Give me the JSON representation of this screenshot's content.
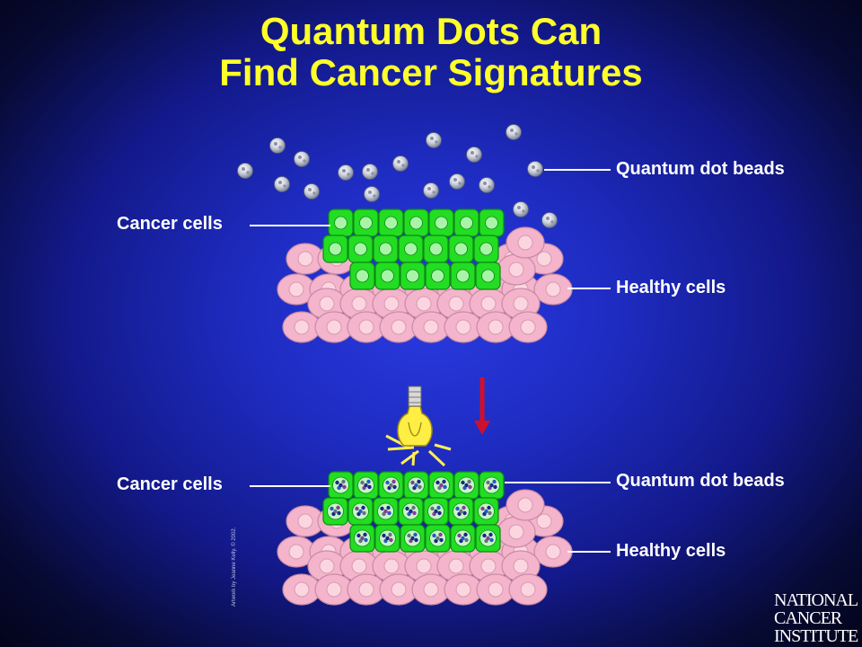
{
  "title": {
    "line1": "Quantum Dots Can",
    "line2": "Find Cancer Signatures"
  },
  "labels": {
    "top_quantum_dot_beads": "Quantum dot beads",
    "top_cancer_cells": "Cancer cells",
    "top_healthy_cells": "Healthy cells",
    "bottom_quantum_dot_beads": "Quantum dot beads",
    "bottom_cancer_cells": "Cancer cells",
    "bottom_healthy_cells": "Healthy cells"
  },
  "credit": "Artwork by Jeanne Kelly. © 2002.",
  "logo": {
    "line1": "NATIONAL",
    "line2": "CANCER",
    "line3": "INSTITUTE"
  },
  "colors": {
    "title": "#ffff2a",
    "cancer_cell": "#22dd22",
    "healthy_cell": "#f4b4cc",
    "arrow": "#d0102a",
    "bulb": "#ffee55"
  },
  "icons": {
    "light": "light-bulb-icon",
    "arrow": "arrow-down-icon"
  }
}
